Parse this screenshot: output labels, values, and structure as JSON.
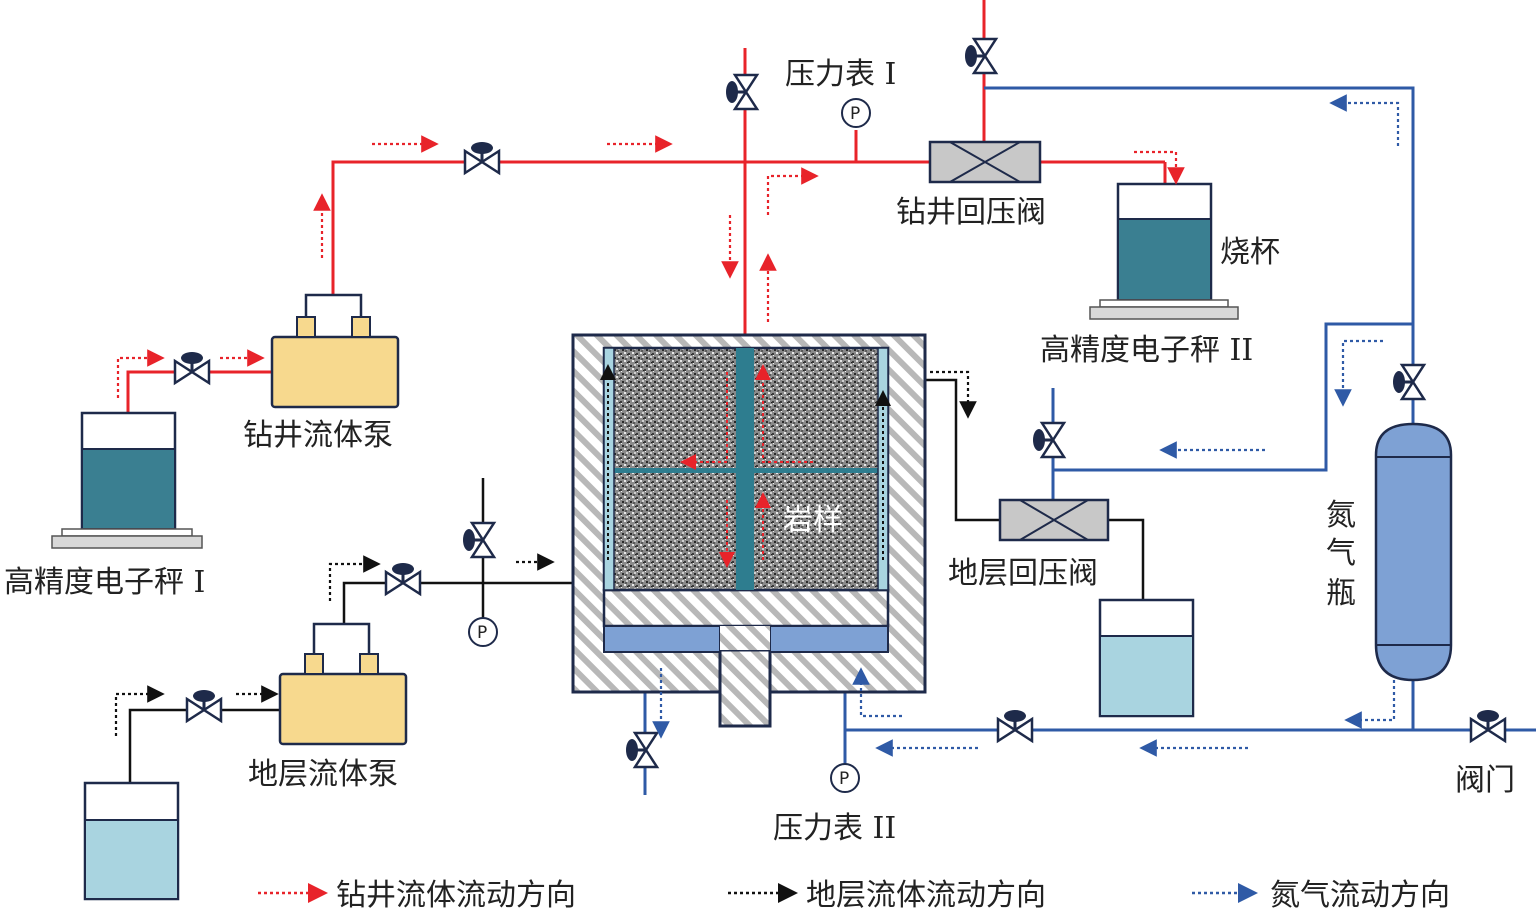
{
  "labels": {
    "pressure_gauge_1": "压力表 I",
    "pressure_gauge_2": "压力表 II",
    "drilling_bp_valve": "钻井回压阀",
    "beaker": "烧杯",
    "scale_2": "高精度电子秤 II",
    "scale_1": "高精度电子秤 I",
    "drilling_pump": "钻井流体泵",
    "formation_pump": "地层流体泵",
    "formation_bp_valve": "地层回压阀",
    "rock_sample": "岩样",
    "nitrogen_bottle": "氮气瓶",
    "valve": "阀门",
    "p_symbol": "P"
  },
  "legend": [
    {
      "label": "钻井流体流动方向",
      "color": "#e8232a"
    },
    {
      "label": "地层流体流动方向",
      "color": "#111111"
    },
    {
      "label": "氮气流动方向",
      "color": "#2f5aa6"
    }
  ],
  "colors": {
    "drilling_line": "#e8232a",
    "formation_line": "#111111",
    "nitrogen_line": "#2f5aa6",
    "pump_fill": "#f7d98e",
    "tank_dark": "#3a7f91",
    "tank_light": "#a9d4e0",
    "nitrogen_fill": "#7ea1d4",
    "core_channel": "#2e7d8f"
  }
}
